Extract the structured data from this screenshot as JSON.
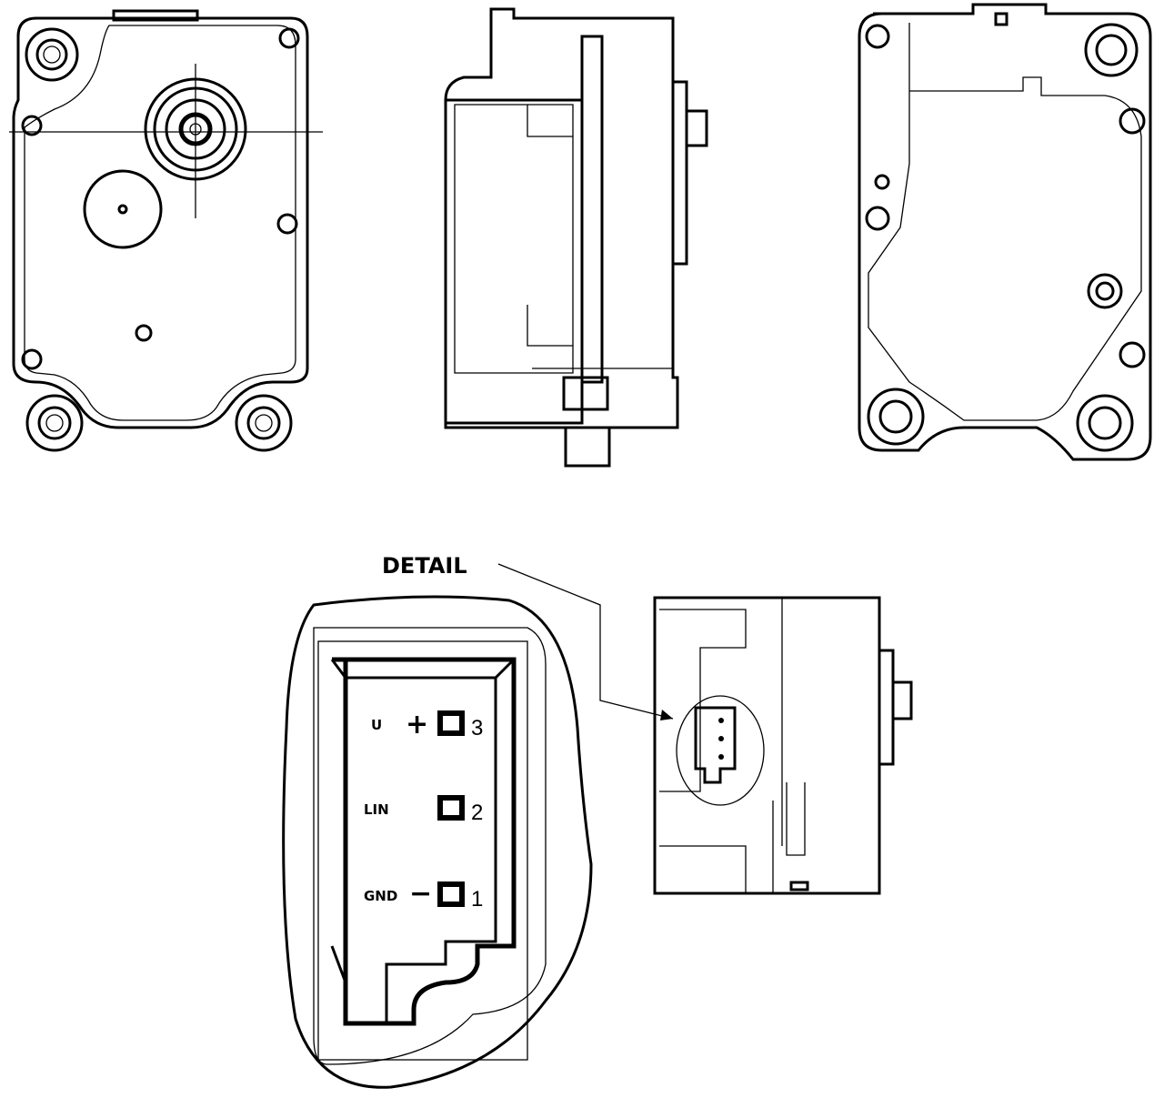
{
  "detail_label": "DETAIL",
  "pins": [
    {
      "name": "U",
      "symbol": "+",
      "number": "3"
    },
    {
      "name": "LIN",
      "symbol": "",
      "number": "2"
    },
    {
      "name": "GND",
      "symbol": "−",
      "number": "1"
    }
  ],
  "colors": {
    "line": "#000000",
    "background": "#ffffff"
  }
}
